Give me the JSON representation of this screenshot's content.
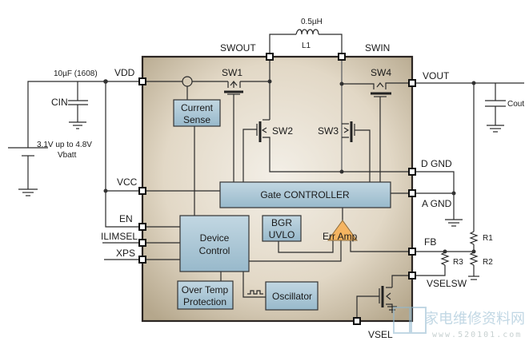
{
  "inductor": {
    "value": "0.5µH",
    "ref": "L1"
  },
  "input": {
    "cap_value": "10µF (1608)",
    "cap_ref": "CIN",
    "battery_range": "3.1V up to 4.8V",
    "battery_label": "Vbatt"
  },
  "output": {
    "cap_ref": "Cout"
  },
  "pins": {
    "vdd": "VDD",
    "swout": "SWOUT",
    "swin": "SWIN",
    "vout": "VOUT",
    "vcc": "VCC",
    "en": "EN",
    "ilimsel": "ILIMSEL",
    "xps": "XPS",
    "dgnd": "D GND",
    "agnd": "A GND",
    "fb": "FB",
    "vselsw": "VSELSW",
    "vsel": "VSEL"
  },
  "switches": {
    "sw1": "SW1",
    "sw2": "SW2",
    "sw3": "SW3",
    "sw4": "SW4"
  },
  "blocks": {
    "current_sense": [
      "Current",
      "Sense"
    ],
    "gate_controller": "Gate CONTROLLER",
    "device_control": [
      "Device",
      "Control"
    ],
    "bgr_uvlo": [
      "BGR",
      "UVLO"
    ],
    "err_amp": "Err Amp",
    "over_temp": [
      "Over Temp",
      "Protection"
    ],
    "oscillator": "Oscillator"
  },
  "resistors": {
    "r1": "R1",
    "r2": "R2",
    "r3": "R3"
  },
  "watermark": {
    "text": "家电维修资料网",
    "url_text": "www.520101.com"
  },
  "colors": {
    "chip_fill": "#cfc3ad",
    "block_fill": "#a9c6d6",
    "err_amp_fill": "#f5b461"
  }
}
